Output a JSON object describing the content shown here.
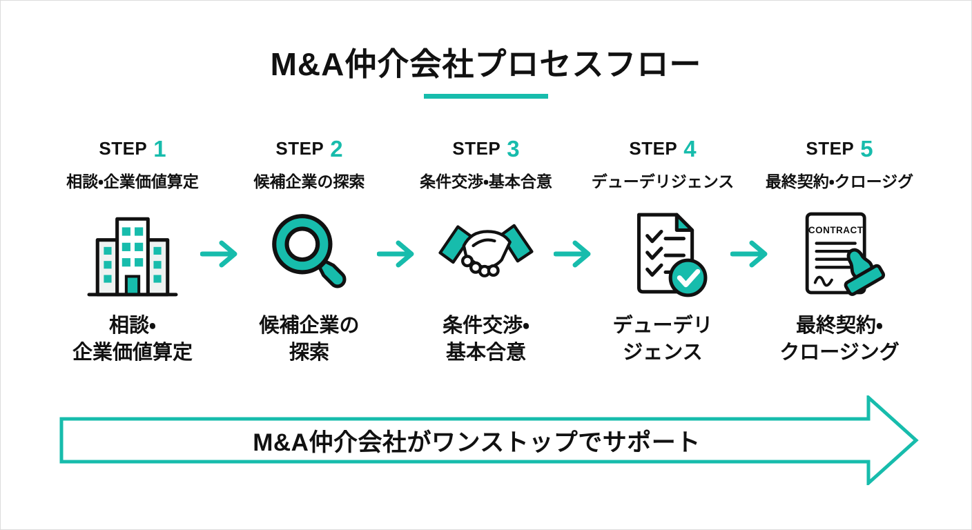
{
  "header": {
    "title": "M&A仲介会社プロセスフロー"
  },
  "accent_color": "#17BCAC",
  "text_color": "#111111",
  "steps": [
    {
      "step_word": "STEP",
      "number": "1",
      "subtitle": "相談・企業価値算定",
      "icon": "building-icon",
      "label": [
        "相談・",
        "企業価値算定"
      ]
    },
    {
      "step_word": "STEP",
      "number": "2",
      "subtitle": "候補企業の探索",
      "icon": "magnifier-icon",
      "label": [
        "候補企業の",
        "探索"
      ]
    },
    {
      "step_word": "STEP",
      "number": "3",
      "subtitle": "条件交渉・基本合意",
      "icon": "handshake-icon",
      "label": [
        "条件交渉・",
        "基本合意"
      ]
    },
    {
      "step_word": "STEP",
      "number": "4",
      "subtitle": "デューデリジェンス",
      "icon": "checklist-icon",
      "label": [
        "デューデリ",
        "ジェンス"
      ]
    },
    {
      "step_word": "STEP",
      "number": "5",
      "subtitle": "最終契約・クロージグ",
      "icon": "contract-stamp-icon",
      "label": [
        "最終契約・",
        "クロージング"
      ]
    }
  ],
  "icons": {
    "contract_text": "CONTRACT"
  },
  "banner": {
    "text": "M&A仲介会社がワンストップでサポート"
  }
}
